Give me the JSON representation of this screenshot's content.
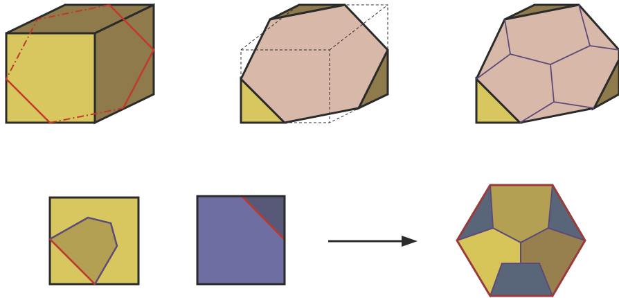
{
  "colors": {
    "cube_front": "#d8c75e",
    "cube_side": "#8e7a4a",
    "slice_face": "#d8b8a8",
    "edge": "#2b2b2b",
    "cut_line": "#c0392b",
    "inner_edge": "#5e4a78",
    "square_blue": "#6e6ea2",
    "corner_blue_dark": "#585878",
    "hex_top": "#b3a052",
    "hex_right": "#98804e",
    "hex_left": "#d7c55a",
    "hex_corner": "#59667a",
    "hex_border": "#9b3a3a",
    "arrow": "#2b2b2b"
  },
  "figures": [
    "cube-with-cut-outline",
    "truncated-cube-with-dashed-cube",
    "truncated-cube-with-inner-edges",
    "square-with-corner-pentagon",
    "blue-square-with-cut-corner",
    "arrow",
    "hexagon-tiling"
  ]
}
